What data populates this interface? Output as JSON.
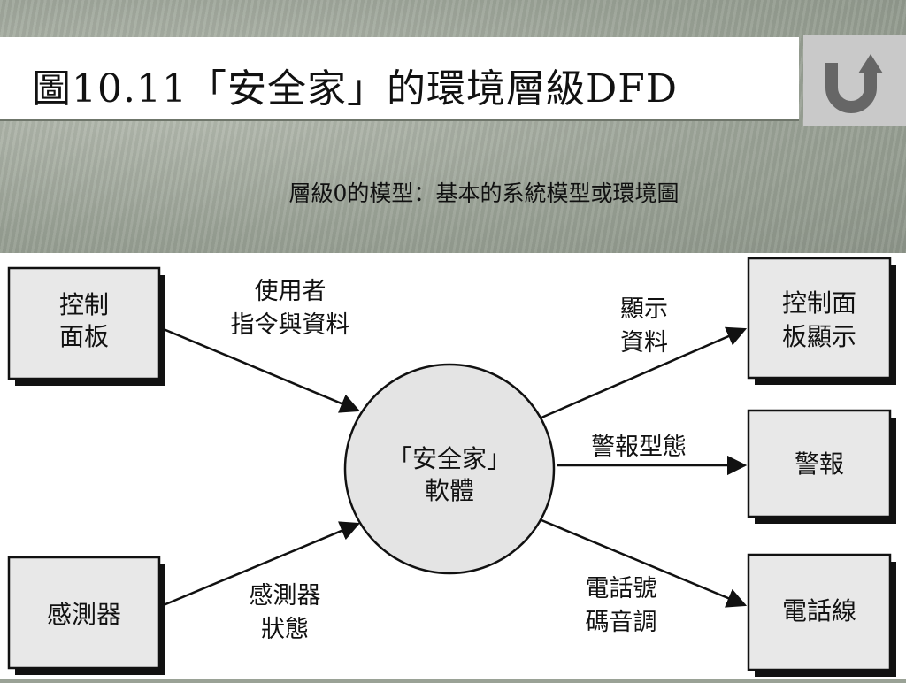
{
  "header": {
    "title": "圖10.11「安全家」的環境層級DFD",
    "subtitle": "層級0的模型：基本的系統模型或環境圖"
  },
  "back_button": {
    "icon": "u-turn-arrow-icon"
  },
  "diagram": {
    "process": {
      "line1": "「安全家」",
      "line2": "軟體"
    },
    "entities": {
      "control_panel": {
        "line1": "控制",
        "line2": "面板"
      },
      "sensors": {
        "line1": "感測器"
      },
      "control_panel_display": {
        "line1": "控制面",
        "line2": "板顯示"
      },
      "alarm": {
        "line1": "警報"
      },
      "telephone_line": {
        "line1": "電話線"
      }
    },
    "flows": {
      "user_commands": {
        "line1": "使用者",
        "line2": "指令與資料"
      },
      "sensor_status": {
        "line1": "感測器",
        "line2": "狀態"
      },
      "display_info": {
        "line1": "顯示",
        "line2": "資料"
      },
      "alarm_type": {
        "line1": "警報型態"
      },
      "phone_tones": {
        "line1": "電話號",
        "line2": "碼音調"
      }
    }
  }
}
